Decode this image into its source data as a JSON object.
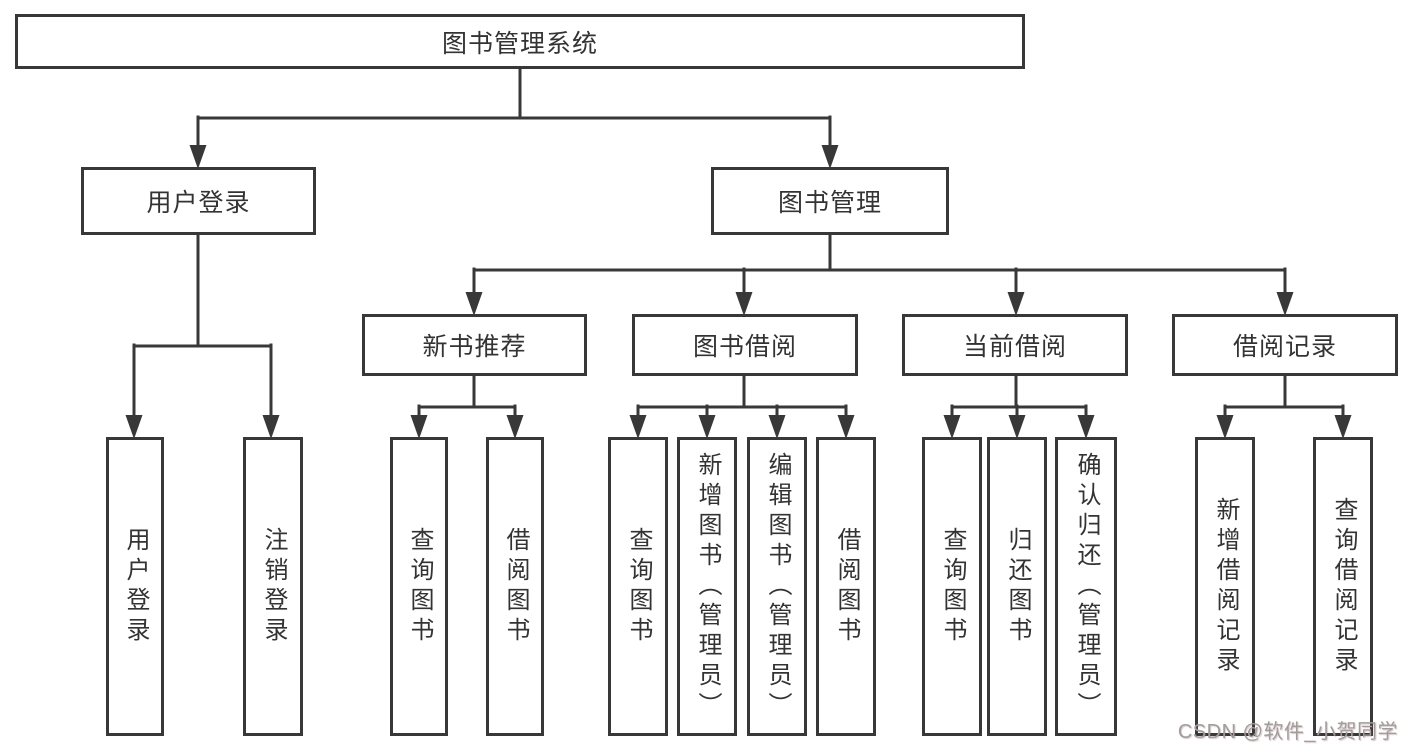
{
  "tree": {
    "label": "图书管理系统",
    "children": [
      {
        "label": "用户登录",
        "children": [
          {
            "label": "用户登录"
          },
          {
            "label": "注销登录"
          }
        ]
      },
      {
        "label": "图书管理",
        "children": [
          {
            "label": "新书推荐",
            "children": [
              {
                "label": "查询图书"
              },
              {
                "label": "借阅图书"
              }
            ]
          },
          {
            "label": "图书借阅",
            "children": [
              {
                "label": "查询图书"
              },
              {
                "label": "新增图书（管理员）"
              },
              {
                "label": "编辑图书（管理员）"
              },
              {
                "label": "借阅图书"
              }
            ]
          },
          {
            "label": "当前借阅",
            "children": [
              {
                "label": "查询图书"
              },
              {
                "label": "归还图书"
              },
              {
                "label": "确认归还（管理员）"
              }
            ]
          },
          {
            "label": "借阅记录",
            "children": [
              {
                "label": "新增借阅记录"
              },
              {
                "label": "查询借阅记录"
              }
            ]
          }
        ]
      }
    ]
  },
  "watermark": {
    "text": "CSDN @软件_小贺同学"
  },
  "colors": {
    "line": "#383838",
    "box_border": "#383838",
    "text": "#333333",
    "background": "#ffffff",
    "watermark": "#9e9e9e"
  }
}
